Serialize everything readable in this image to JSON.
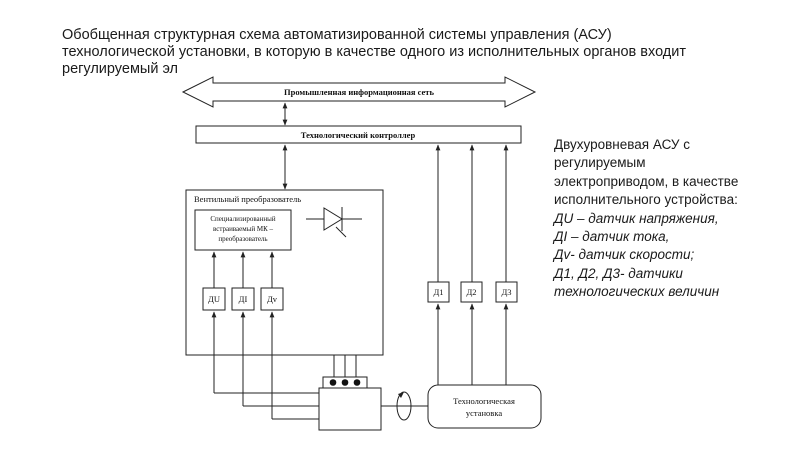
{
  "heading": {
    "line1": "Обобщенная структурная схема автоматизированной системы управления (АСУ)",
    "line2": "технологической установки, в которую в качестве одного из исполнительных органов входит",
    "line3": "регулируемый эл"
  },
  "note": {
    "lines": [
      "Двухуровневая АСУ с",
      "регулируемым",
      "электроприводом, в качестве",
      "исполнительного устройства:"
    ],
    "italic_lines": [
      "ДU – датчик напряжения,",
      "ДI – датчик тока,",
      "Дv- датчик скорости;",
      "Д1, Д2, Д3- датчики",
      "технологических величин"
    ]
  },
  "diagram": {
    "network": "Промышленная информационная сеть",
    "controller": "Технологический контроллер",
    "converter": "Вентильный преобразователь",
    "mk_lines": [
      "Специализированный",
      "встраиваемый МК –",
      "преобразователь"
    ],
    "sensors": [
      "ДU",
      "ДI",
      "Дv"
    ],
    "tech_sensors": [
      "Д1",
      "Д2",
      "Д3"
    ],
    "plant_lines": [
      "Технологическая",
      "установка"
    ]
  }
}
